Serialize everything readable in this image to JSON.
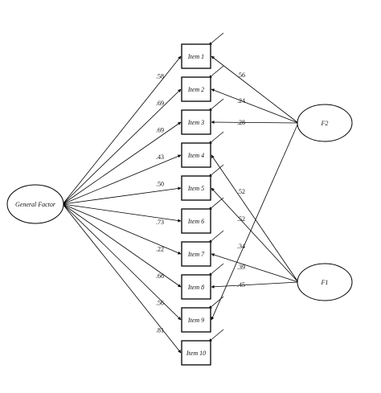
{
  "factors": {
    "general": {
      "label": "General Factor"
    },
    "f2": {
      "label": "F2"
    },
    "f1": {
      "label": "F1"
    }
  },
  "items": [
    {
      "label": "Item 1",
      "general_loading": ".58"
    },
    {
      "label": "Item 2",
      "general_loading": ".69"
    },
    {
      "label": "Item 3",
      "general_loading": ".69"
    },
    {
      "label": "Item 4",
      "general_loading": ".43"
    },
    {
      "label": "Item 5",
      "general_loading": ".50"
    },
    {
      "label": "Item 6",
      "general_loading": ".73"
    },
    {
      "label": "Item 7",
      "general_loading": ".22"
    },
    {
      "label": "Item 8",
      "general_loading": ".66"
    },
    {
      "label": "Item 9",
      "general_loading": ".56"
    },
    {
      "label": "Item 10",
      "general_loading": ".81"
    }
  ],
  "f2_loadings": [
    {
      "item": 0,
      "value": ".56"
    },
    {
      "item": 1,
      "value": ".24"
    },
    {
      "item": 2,
      "value": ".28"
    },
    {
      "item": 8,
      "value": ".34"
    }
  ],
  "f1_loadings": [
    {
      "item": 3,
      "value": ".52"
    },
    {
      "item": 4,
      "value": ".52"
    },
    {
      "item": 6,
      "value": ".39"
    },
    {
      "item": 7,
      "value": ".45"
    }
  ]
}
